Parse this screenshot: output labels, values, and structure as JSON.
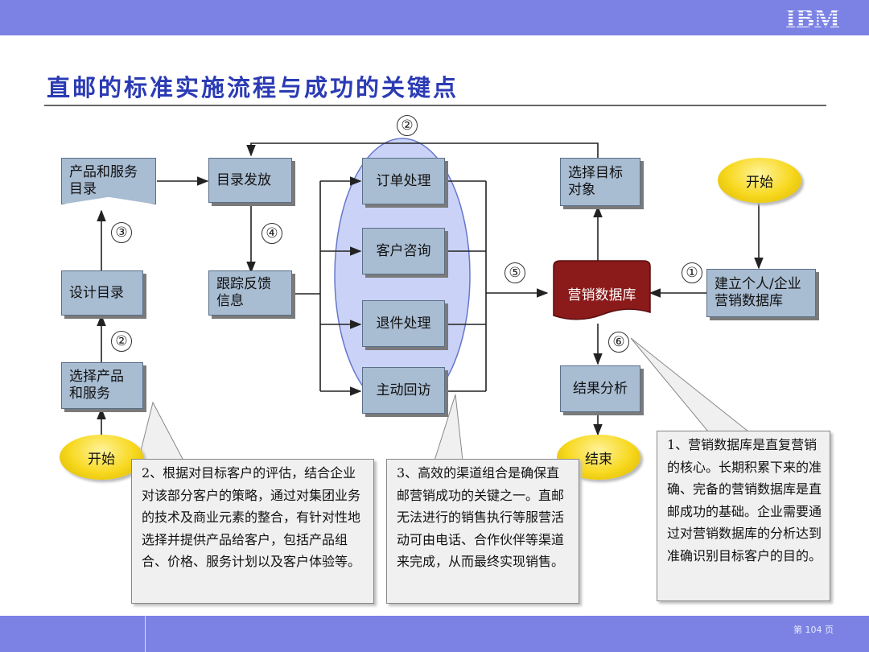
{
  "header": {
    "logo_text": "IBM",
    "title": "直邮的标准实施流程与成功的关键点"
  },
  "footer": {
    "page": "第 104 页"
  },
  "diagram": {
    "boxes": {
      "product_catalog": "产品和服务\n目录",
      "catalog_issue": "目录发放",
      "design_catalog": "设计目录",
      "tracking_feedback": "跟踪反馈\n信息",
      "select_products": "选择产品\n和服务",
      "order_processing": "订单处理",
      "customer_inquiry": "客户咨询",
      "return_processing": "退件处理",
      "active_callback": "主动回访",
      "select_targets": "选择目标\n对象",
      "marketing_db": "营销数据库",
      "result_analysis": "结果分析",
      "build_db": "建立个人/企业\n营销数据库"
    },
    "ovals": {
      "start_left": "开始",
      "start_right": "开始",
      "end": "结束"
    },
    "markers": {
      "m2_top": "②",
      "m3": "③",
      "m4": "④",
      "m2_left": "②",
      "m5": "⑤",
      "m1": "①",
      "m6": "⑥"
    },
    "callouts": {
      "c2": "2、根据对目标客户的评估，结合企业对该部分客户的策略，通过对集团业务的技术及商业元素的整合，有针对性地选择并提供产品给客户，包括产品组合、价格、服务计划以及客户体验等。",
      "c3": "3、高效的渠道组合是确保直邮营销成功的关键之一。直邮无法进行的销售执行等服营活动可由电话、合作伙伴等渠道来完成，从而最终实现销售。",
      "c1": "1、营销数据库是直复营销的核心。长期积累下来的准确、完备的营销数据库是直邮成功的基础。企业需要通过对营销数据库的分析达到准确识别目标客户的目的。"
    }
  },
  "colors": {
    "header_bar": "#7b82e4",
    "title": "#2b3bb4",
    "box_fill": "#a8bcd2",
    "database_fill": "#8b1a1a",
    "oval_fill": "#f7d81e",
    "highlight_ellipse": "#b8c4f4"
  }
}
